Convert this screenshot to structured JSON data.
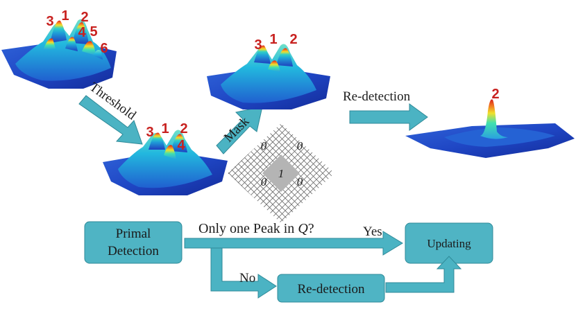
{
  "colors": {
    "arrow_fill": "#4bb3c3",
    "arrow_stroke": "#2f8a98",
    "box_fill": "#4fb4c4",
    "box_stroke": "#2f8a98",
    "peak_number": "#c8211f",
    "surface_base": "#1f3fbf",
    "surface_mid": "#1fb5d8",
    "surface_high": "#f0e02a",
    "surface_top": "#d4201a",
    "mask_gray": "#b4b4b4"
  },
  "surfaces": {
    "top_left": {
      "peak_labels": [
        "3",
        "1",
        "2",
        "4",
        "5",
        "6"
      ]
    },
    "after_threshold": {
      "peak_labels": [
        "3",
        "1",
        "2",
        "4"
      ]
    },
    "after_mask": {
      "peak_labels": [
        "3",
        "1",
        "2"
      ]
    },
    "redetected": {
      "peak_labels": [
        "2"
      ]
    }
  },
  "mask_grid": {
    "corner_values": [
      "0",
      "0",
      "0",
      "0"
    ],
    "center_value": "1"
  },
  "upper_arrows": {
    "threshold": "Threshold",
    "mask": "Mask",
    "redetection": "Re-detection"
  },
  "flowchart": {
    "primal_line1": "Primal",
    "primal_line2": "Detection",
    "question_prefix": "Only one Peak in ",
    "question_var": "Q",
    "question_suffix": "?",
    "yes": "Yes",
    "no": "No",
    "updating": "Updating",
    "redetection_box": "Re-detection"
  }
}
